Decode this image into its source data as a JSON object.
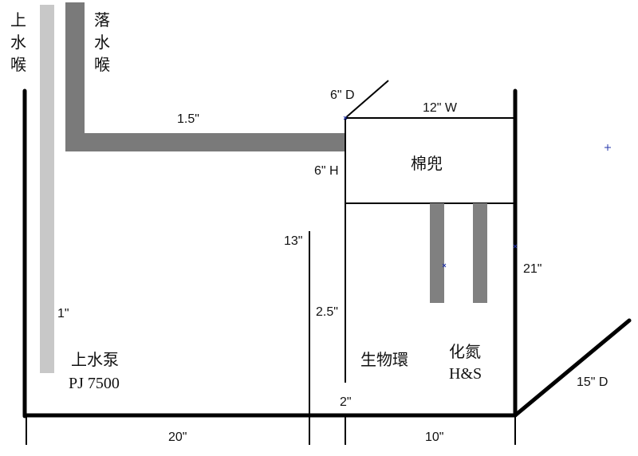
{
  "labels": {
    "intake_pipe": [
      "上",
      "水",
      "喉"
    ],
    "drain_pipe": [
      "落",
      "水",
      "喉"
    ],
    "drain_diameter": "1.5\"",
    "intake_diameter": "1\"",
    "pump": "上水泵",
    "pump_model": "PJ 7500",
    "depth_top": "6\" D",
    "width_top": "12\" W",
    "height_top": "6\" H",
    "sponge": "棉兜",
    "divider_height": "13\"",
    "baffle_gap": "2.5\"",
    "bio_rings": "生物環",
    "denitrify": "化氮",
    "denitrify_sub": "H&S",
    "sump_height": "21\"",
    "sump_depth": "15\" D",
    "baffle_bottom": "2\"",
    "left_length": "20\"",
    "right_length": "10\""
  },
  "colors": {
    "intake_pipe": "#c8c8c8",
    "drain_pipe": "#7a7a7a",
    "media_bar": "#808080",
    "line": "#000000",
    "marker": "#2233aa"
  }
}
